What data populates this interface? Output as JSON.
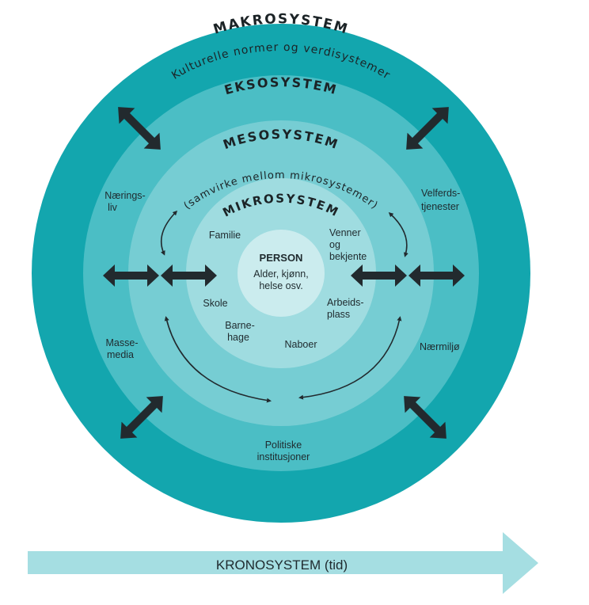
{
  "colors": {
    "makro": "#13a6ae",
    "ekso": "#4bbec5",
    "meso": "#76cdd3",
    "mikro": "#9fdce0",
    "person": "#cbecee",
    "arrow_fill": "#a5dee2",
    "arrow_dark": "#222a2e"
  },
  "levels": {
    "makro_title": "MAKROSYSTEM",
    "makro_subtitle": "Kulturelle normer og verdisystemer",
    "ekso_title": "EKSOSYSTEM",
    "meso_title": "MESOSYSTEM",
    "meso_subtitle": "(samvirke mellom mikrosystemer)",
    "mikro_title": "MIKROSYSTEM"
  },
  "person": {
    "title": "PERSON",
    "line1": "Alder, kjønn,",
    "line2": "helse osv."
  },
  "mikro_items": {
    "familie": "Familie",
    "venner_1": "Venner",
    "venner_2": "og",
    "venner_3": "bekjente",
    "skole": "Skole",
    "arbeid_1": "Arbeids-",
    "arbeid_2": "plass",
    "barnehage_1": "Barne-",
    "barnehage_2": "hage",
    "naboer": "Naboer"
  },
  "ekso_items": {
    "naering_1": "Nærings-",
    "naering_2": "liv",
    "velferd_1": "Velferds-",
    "velferd_2": "tjenester",
    "masse_1": "Masse-",
    "masse_2": "media",
    "naermiljo": "Nærmiljø",
    "politiske_1": "Politiske",
    "politiske_2": "institusjoner"
  },
  "time_arrow": {
    "label": "KRONOSYSTEM (tid)"
  }
}
